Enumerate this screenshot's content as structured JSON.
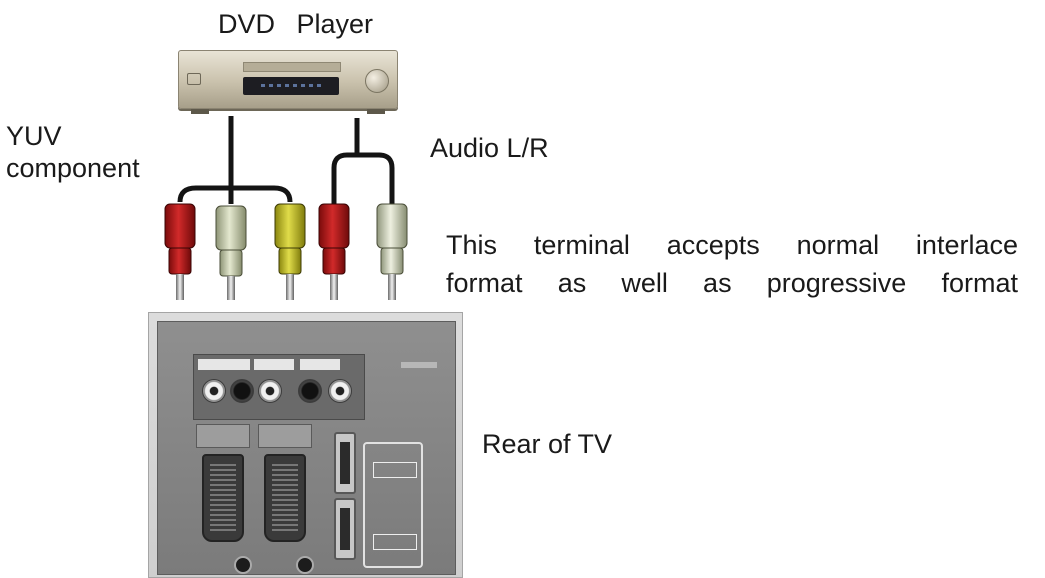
{
  "labels": {
    "dvd_player": "DVD Player",
    "yuv_line1": "YUV",
    "yuv_line2": "component",
    "audio": "Audio L/R",
    "note_line1": "This terminal accepts normal interlace",
    "note_line2": "format as well as progressive format",
    "rear_of_tv": "Rear of TV"
  },
  "colors": {
    "plug_red": "#b51a1a",
    "plug_green": "#c9cfb0",
    "plug_yellow": "#c7c22a",
    "cable": "#141414"
  },
  "icons": {
    "component_plugs": [
      "red-plug",
      "green-plug",
      "yellow-plug"
    ],
    "audio_plugs": [
      "red-plug",
      "white-plug"
    ]
  }
}
